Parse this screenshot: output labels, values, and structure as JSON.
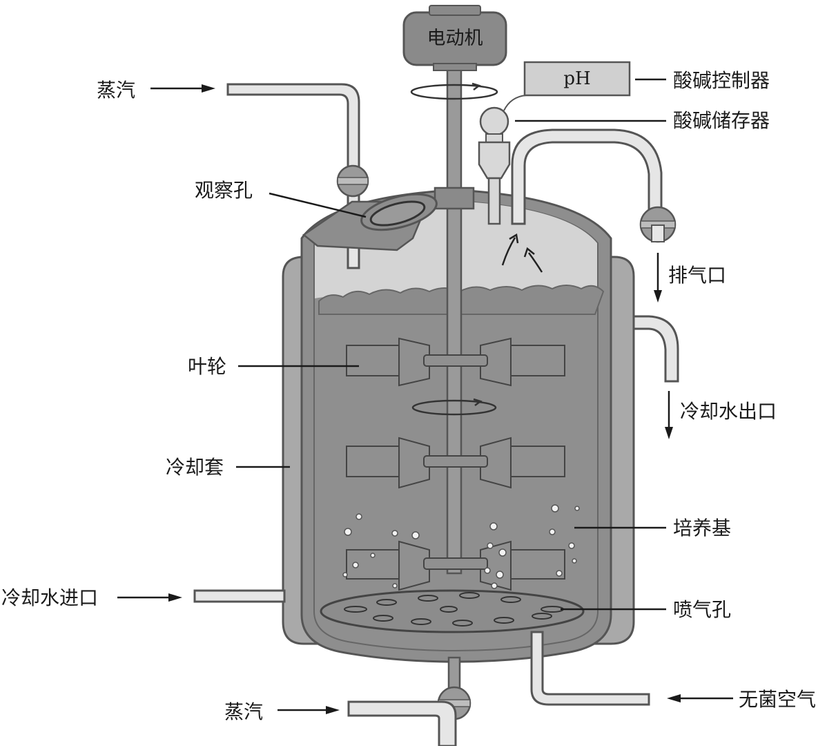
{
  "labels": {
    "motor": "电动机",
    "ph": "pH",
    "acid_base_controller": "酸碱控制器",
    "acid_base_reservoir": "酸碱储存器",
    "steam_top": "蒸汽",
    "observation_port": "观察孔",
    "exhaust": "排气口",
    "impeller": "叶轮",
    "cooling_water_outlet": "冷却水出口",
    "cooling_jacket": "冷却套",
    "medium": "培养基",
    "cooling_water_inlet": "冷却水进口",
    "sparger": "喷气孔",
    "sterile_air": "无菌空气",
    "steam_bottom": "蒸汽"
  },
  "colors": {
    "jacket": "#a9a9a9",
    "medium": "#8f8f8f",
    "headspace": "#d4d4d4",
    "pipe": "#e6e6e6",
    "outline": "#555555"
  }
}
